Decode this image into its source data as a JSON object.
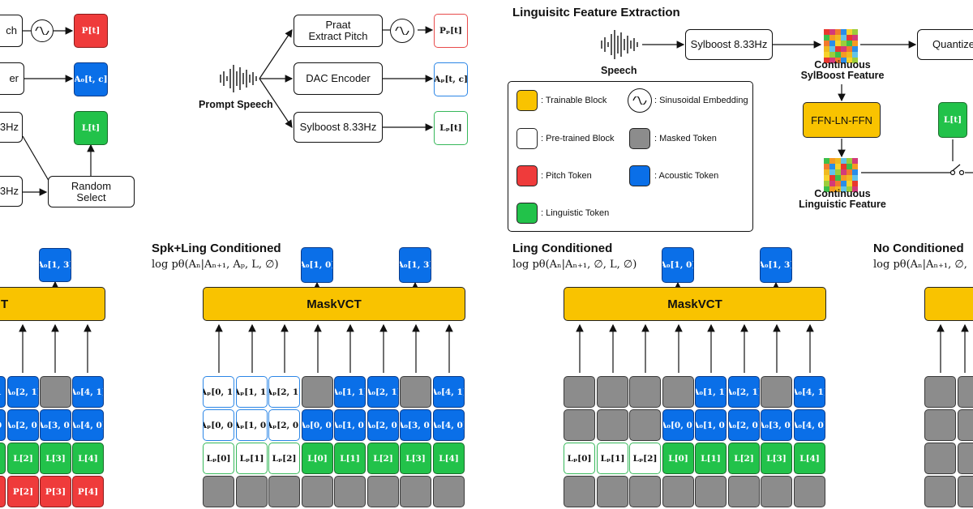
{
  "top_left": {
    "tokens": {
      "pitch": "P[t]",
      "acoustic": "A₀[t, c]",
      "linguistic": "L[t]"
    },
    "partial_boxes": {
      "pitch": "ch",
      "encoder": "er",
      "hz1": "3Hz",
      "hz2": "3Hz"
    },
    "random_select": "Random\nSelect"
  },
  "prompt": {
    "speech_label": "Prompt Speech",
    "boxes": {
      "praat": "Praat\nExtract Pitch",
      "dac": "DAC Encoder",
      "sylboost": "Sylboost 8.33Hz"
    },
    "tokens": {
      "pitch": "Pₚ[t]",
      "acoustic": "Aₚ[t, c]",
      "linguistic": "Lₚ[t]"
    }
  },
  "ling_extraction": {
    "title": "Linguisitc Feature Extraction",
    "speech_label": "Speech",
    "sylboost": "Sylboost 8.33Hz",
    "quantize": "Quantize",
    "continuous_sylboost": "Continuous\nSylBoost Feature",
    "ffn": "FFN-LN-FFN",
    "continuous_ling": "Continuous\nLinguistic Feature",
    "l_token": "L[t]"
  },
  "legend": {
    "trainable": ": Trainable Block",
    "sinusoidal": ": Sinusoidal Embedding",
    "pretrained": ": Pre-trained Block",
    "masked": ": Masked Token",
    "pitch": ": Pitch Token",
    "acoustic": ": Acoustic Token",
    "linguistic": ": Linguistic Token"
  },
  "panel_left": {
    "output": "A₀[1, 3]",
    "model_fragment": "T",
    "row1": [
      "A₀[2, 1]",
      "",
      "A₀[4, 1]"
    ],
    "row1_fragment": "1",
    "row2": [
      "A₀[2, 0]",
      "A₀[3, 0]",
      "A₀[4, 0]"
    ],
    "row2_fragment": "0",
    "row3": [
      "L[2]",
      "L[3]",
      "L[4]"
    ],
    "row4": [
      "P[2]",
      "P[3]",
      "P[4]"
    ]
  },
  "panel_spk": {
    "title": "Spk+Ling Conditioned",
    "formula": "log pθ(Aₙ|Aₙ₊₁, Aₚ, L, ∅)",
    "outputs": [
      "A₀[1, 0]",
      "A₀[1, 3]"
    ],
    "model": "MaskVCT",
    "row1": [
      "Aₚ[0, 1]",
      "Aₚ[1, 1]",
      "Aₚ[2, 1]",
      "",
      "A₀[1, 1]",
      "A₀[2, 1]",
      "",
      "A₀[4, 1]"
    ],
    "row2": [
      "Aₚ[0, 0]",
      "Aₚ[1, 0]",
      "Aₚ[2, 0]",
      "A₀[0, 0]",
      "A₀[1, 0]",
      "A₀[2, 0]",
      "A₀[3, 0]",
      "A₀[4, 0]"
    ],
    "row3": [
      "Lₚ[0]",
      "Lₚ[1]",
      "Lₚ[2]",
      "L[0]",
      "L[1]",
      "L[2]",
      "L[3]",
      "L[4]"
    ]
  },
  "panel_ling": {
    "title": "Ling Conditioned",
    "formula": "log pθ(Aₙ|Aₙ₊₁, ∅, L, ∅)",
    "outputs": [
      "A₀[1, 0]",
      "A₀[1, 3]"
    ],
    "model": "MaskVCT",
    "row1": [
      "",
      "",
      "",
      "",
      "A₀[1, 1]",
      "A₀[2, 1]",
      "",
      "A₀[4, 1]"
    ],
    "row2": [
      "",
      "",
      "",
      "A₀[0, 0]",
      "A₀[1, 0]",
      "A₀[2, 0]",
      "A₀[3, 0]",
      "A₀[4, 0]"
    ],
    "row3": [
      "Lₚ[0]",
      "Lₚ[1]",
      "Lₚ[2]",
      "L[0]",
      "L[1]",
      "L[2]",
      "L[3]",
      "L[4]"
    ]
  },
  "panel_none": {
    "title": "No Conditioned",
    "formula": "log pθ(Aₙ|Aₙ₊₁, ∅,"
  },
  "colors": {
    "trainable": "#f9c300",
    "pitch": "#ef3b3b",
    "acoustic": "#0a6fe8",
    "linguistic": "#22c24a",
    "masked": "#8c8c8c"
  }
}
